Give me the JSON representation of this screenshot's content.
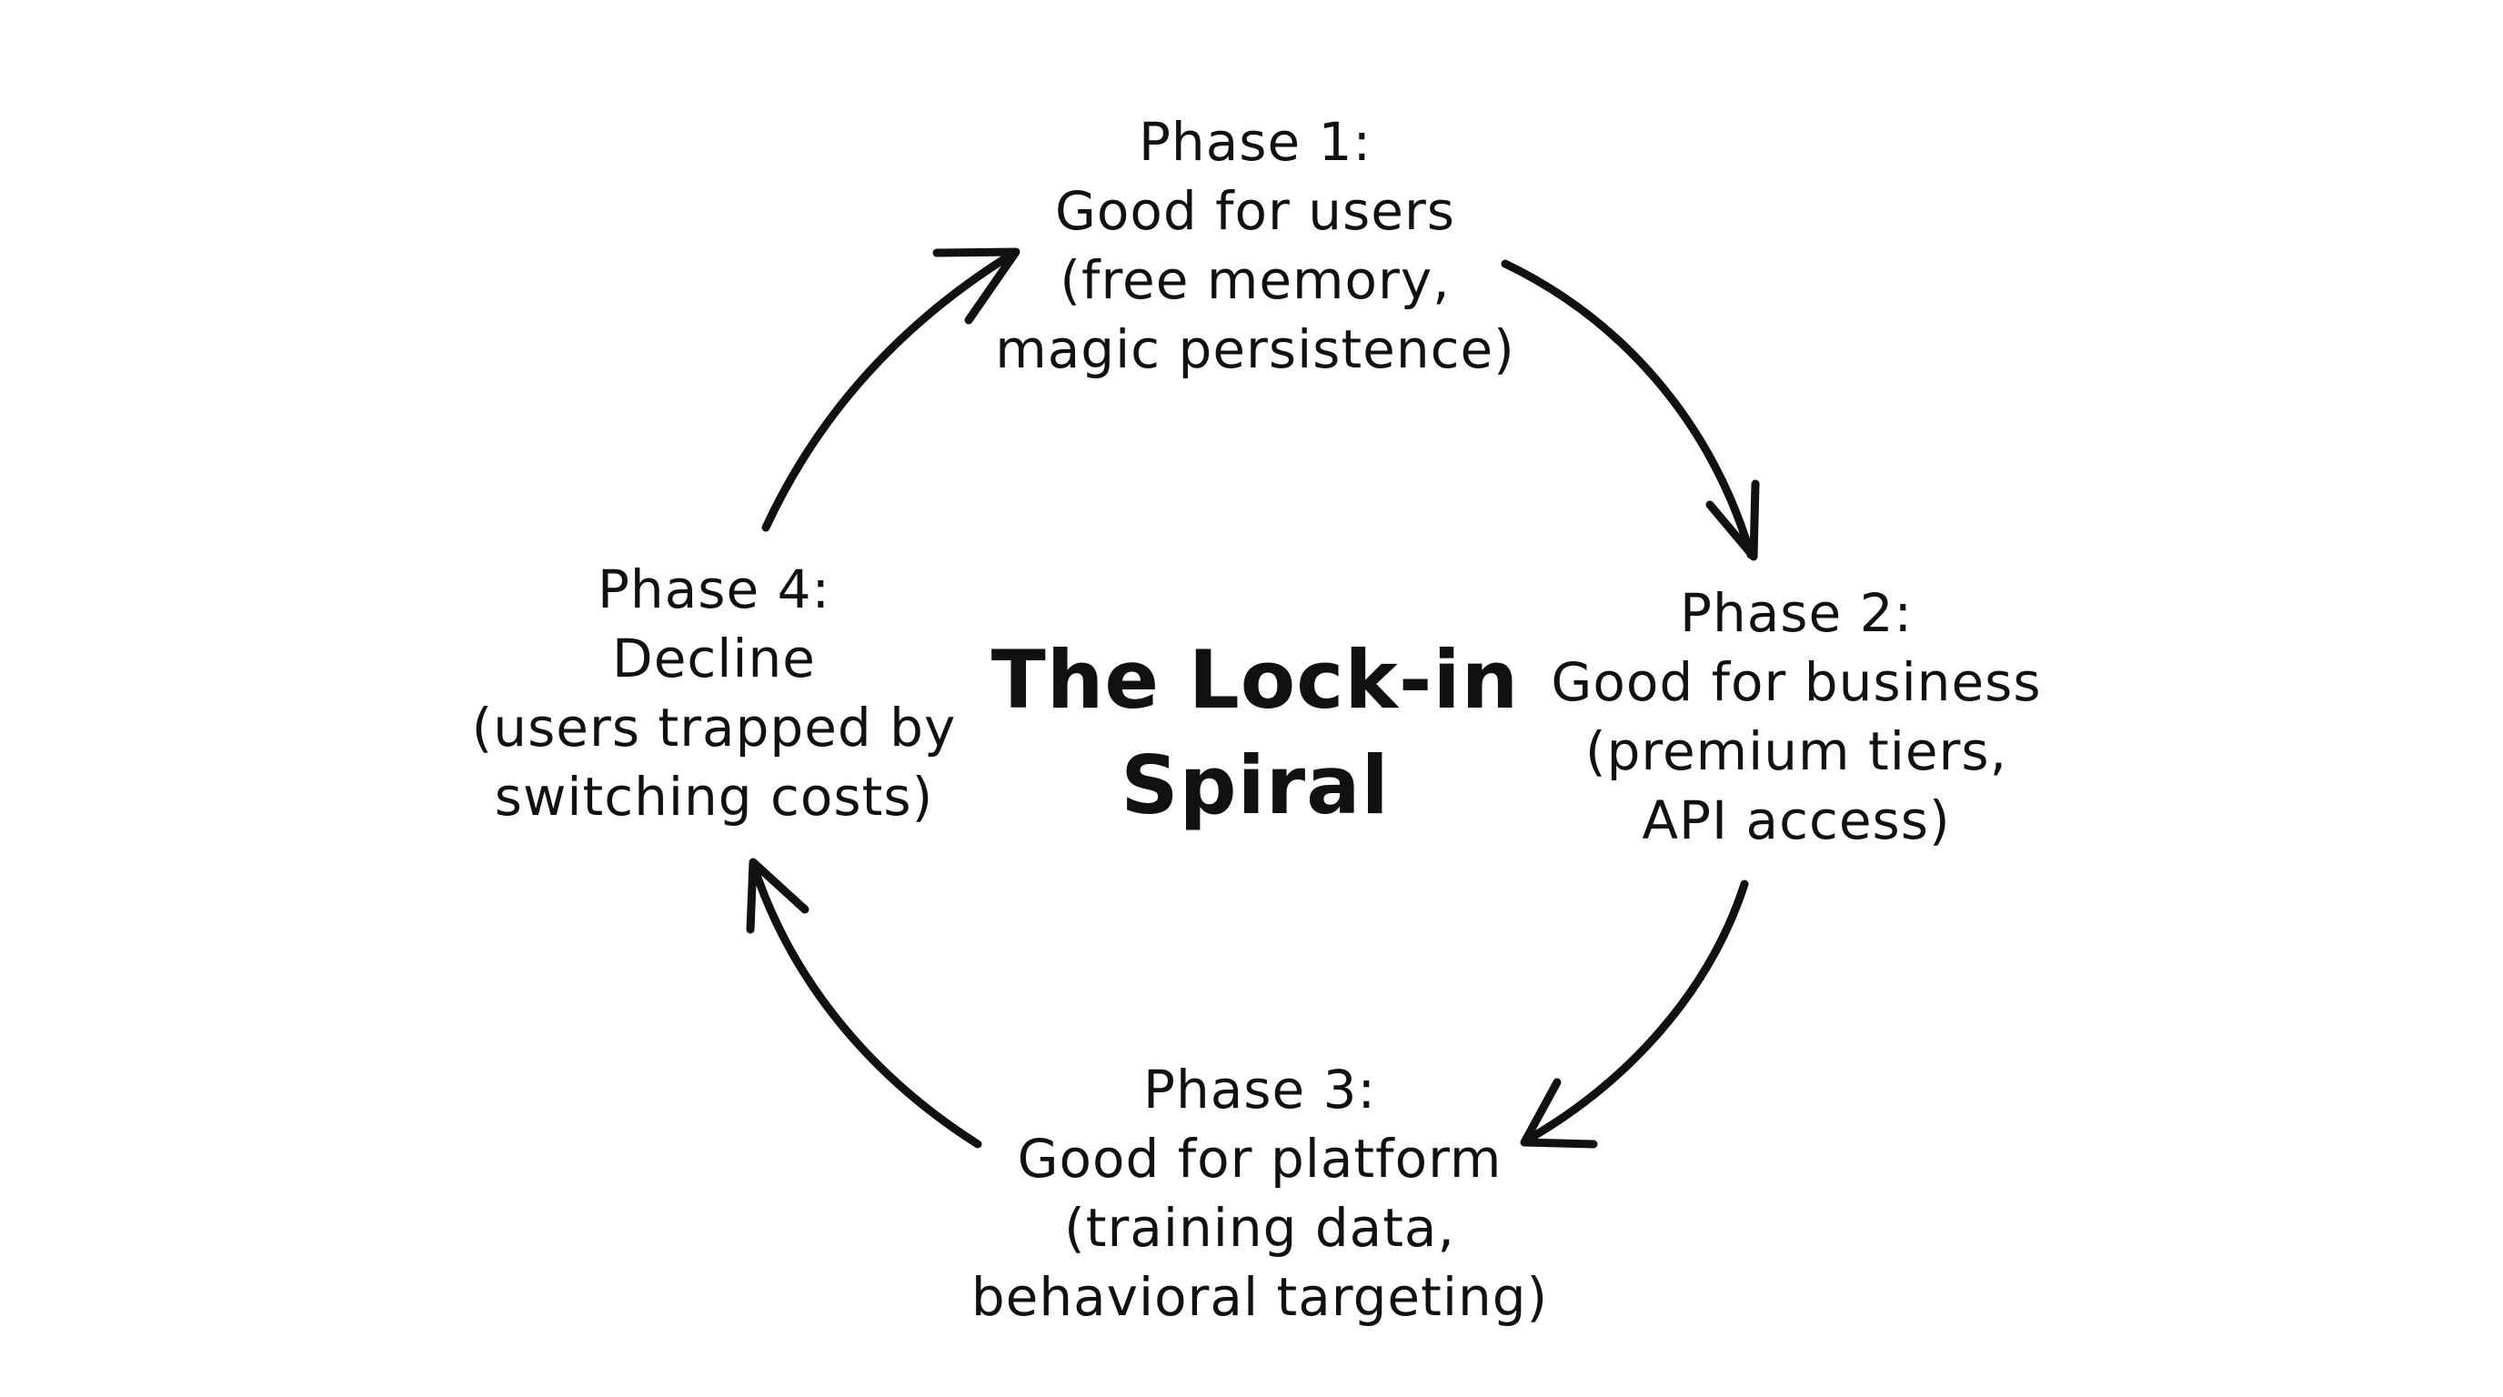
{
  "diagram": {
    "title": [
      "The Lock-in",
      "Spiral"
    ],
    "phases": [
      {
        "id": "phase-1",
        "lines": [
          "Phase 1:",
          "Good for users",
          "(free memory,",
          "magic persistence)"
        ]
      },
      {
        "id": "phase-2",
        "lines": [
          "Phase 2:",
          "Good for business",
          "(premium tiers,",
          "API access)"
        ]
      },
      {
        "id": "phase-3",
        "lines": [
          "Phase 3:",
          "Good for platform",
          "(training data,",
          "behavioral targeting)"
        ]
      },
      {
        "id": "phase-4",
        "lines": [
          "Phase 4:",
          "Decline",
          "(users trapped by",
          "switching costs)"
        ]
      }
    ],
    "edges": [
      {
        "from": "phase-1",
        "to": "phase-2"
      },
      {
        "from": "phase-2",
        "to": "phase-3"
      },
      {
        "from": "phase-3",
        "to": "phase-4"
      },
      {
        "from": "phase-4",
        "to": "phase-1"
      }
    ],
    "colors": {
      "ink": "#111111",
      "background": "#ffffff"
    }
  }
}
